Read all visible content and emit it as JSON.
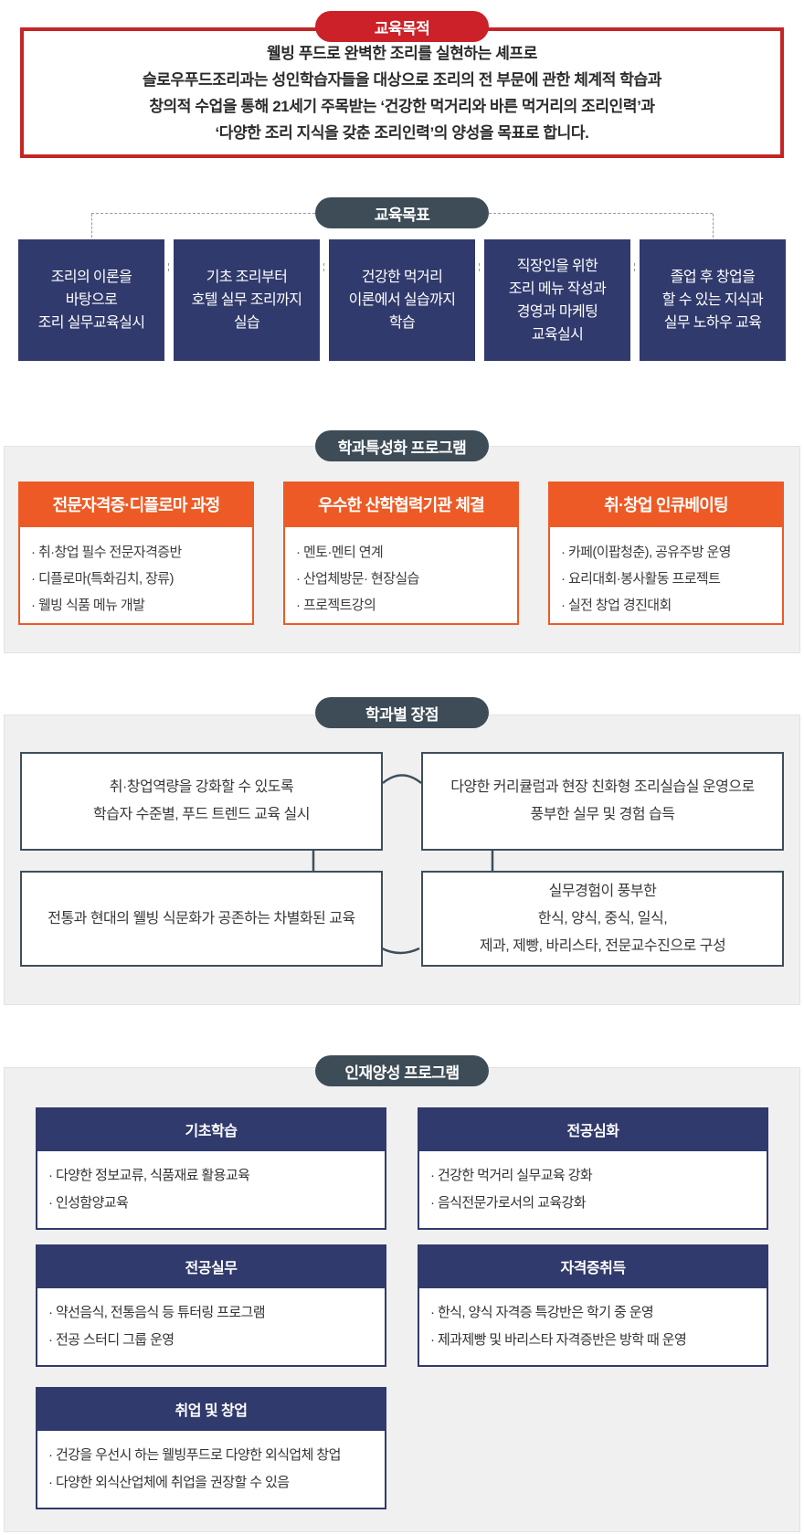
{
  "colors": {
    "red": "#cc2128",
    "red_border": "#c62525",
    "navy": "#303a6c",
    "slate": "#3d4c57",
    "orange": "#ee5a25",
    "section_bg": "#f0f0f1",
    "connector": "#3e4f5a",
    "dash": "#9a9a9a"
  },
  "sections": {
    "purpose": {
      "badge": "교육목적",
      "text": "웰빙 푸드로 완벽한 조리를 실현하는 셰프로\n슬로우푸드조리과는 성인학습자들을 대상으로 조리의 전 부문에 관한 체계적 학습과\n창의적 수업을 통해 21세기 주목받는 ‘건강한 먹거리와 바른 먹거리의 조리인력’과\n‘다양한 조리 지식을 갖춘 조리인력’의 양성을 목표로 합니다."
    },
    "goals": {
      "badge": "교육목표",
      "boxes": [
        "조리의 이론을\n바탕으로\n조리 실무교육실시",
        "기초 조리부터\n호텔 실무 조리까지\n실습",
        "건강한 먹거리\n이론에서 실습까지\n학습",
        "직장인을 위한\n조리 메뉴 작성과\n경영과 마케팅\n교육실시",
        "졸업 후 창업을\n할 수 있는 지식과\n실무 노하우 교육"
      ]
    },
    "special": {
      "badge": "학과특성화 프로그램",
      "cards": [
        {
          "title": "전문자격증·디플로마 과정",
          "items": [
            "· 취·창업 필수 전문자격증반",
            "· 디플로마(특화김치, 장류)",
            "· 웰빙 식품 메뉴 개발"
          ]
        },
        {
          "title": "우수한 산학협력기관 체결",
          "items": [
            "· 멘토·멘티 연계",
            "· 산업체방문· 현장실습",
            "· 프로젝트강의"
          ]
        },
        {
          "title": "취·창업 인큐베이팅",
          "items": [
            "· 카페(이팝청춘), 공유주방 운영",
            "· 요리대회·봉사활동 프로젝트",
            "· 실전 창업 경진대회"
          ]
        }
      ]
    },
    "advantages": {
      "badge": "학과별 장점",
      "boxes": [
        "취·창업역량을 강화할 수 있도록\n학습자 수준별, 푸드 트렌드 교육 실시",
        "다양한 커리큘럼과 현장 친화형 조리실습실 운영으로\n풍부한 실무 및 경험 습득",
        "전통과 현대의 웰빙 식문화가 공존하는 차별화된 교육",
        "실무경험이 풍부한\n한식, 양식, 중식, 일식,\n제과, 제빵, 바리스타, 전문교수진으로 구성"
      ]
    },
    "talent": {
      "badge": "인재양성 프로그램",
      "cards": [
        {
          "title": "기초학습",
          "items": [
            "· 다양한 정보교류, 식품재료 활용교육",
            "· 인성함양교육"
          ]
        },
        {
          "title": "전공심화",
          "items": [
            "· 건강한 먹거리 실무교육 강화",
            "· 음식전문가로서의 교육강화"
          ]
        },
        {
          "title": "전공실무",
          "items": [
            "· 약선음식, 전통음식 등 튜터링 프로그램",
            "· 전공 스터디 그룹 운영"
          ]
        },
        {
          "title": "자격증취득",
          "items": [
            "· 한식, 양식 자격증 특강반은 학기 중 운영",
            "· 제과제빵 및 바리스타 자격증반은 방학 때 운영"
          ]
        },
        {
          "title": "취업 및 창업",
          "items": [
            "· 건강을 우선시 하는 웰빙푸드로 다양한 외식업체 창업",
            "· 다양한 외식산업체에 취업을 권장할 수 있음"
          ]
        }
      ]
    }
  }
}
